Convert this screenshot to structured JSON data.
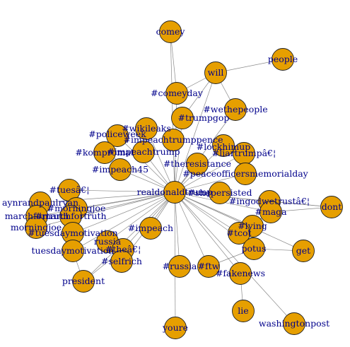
{
  "graph": {
    "node_color": "#E69F00",
    "label_color": "#00008B",
    "edge_color": "#8A8A8A",
    "center": "realdonaldtrump",
    "nodes": [
      {
        "id": "realdonaldtrump",
        "label": "realdonaldtrump"
      },
      {
        "id": "comey",
        "label": "comey"
      },
      {
        "id": "people",
        "label": "people"
      },
      {
        "id": "will",
        "label": "will"
      },
      {
        "id": "comeyday",
        "label": "#comeyday"
      },
      {
        "id": "trumpgop",
        "label": "#trumpgop"
      },
      {
        "id": "wethepeople",
        "label": "#wethepeople"
      },
      {
        "id": "policeweek",
        "label": "#policeweek"
      },
      {
        "id": "wikileaks",
        "label": "#wikileaks"
      },
      {
        "id": "impeachtrumppence",
        "label": "#impeachtrumppence"
      },
      {
        "id": "lockhimup",
        "label": "#lockhimup"
      },
      {
        "id": "kompromat",
        "label": "#kompromat"
      },
      {
        "id": "impeachtrump",
        "label": "#impeachtrump"
      },
      {
        "id": "liartrump",
        "label": "#liartrumpâ€¦"
      },
      {
        "id": "theresistance",
        "label": "#theresistance"
      },
      {
        "id": "impeach45",
        "label": "#impeach45"
      },
      {
        "id": "peaceofficers",
        "label": "#peaceofficersmemorialday"
      },
      {
        "id": "persisted",
        "label": "#shepersisted"
      },
      {
        "id": "tues",
        "label": "#tuesâ€¦"
      },
      {
        "id": "aynrand",
        "label": "aynrandpaulryan"
      },
      {
        "id": "morningjoe_tag",
        "label": "#morningjoe"
      },
      {
        "id": "marchfortruth_u",
        "label": "marchfortruth"
      },
      {
        "id": "marchfortruth",
        "label": "#marchfortruth"
      },
      {
        "id": "morningjoe",
        "label": "morningjoe"
      },
      {
        "id": "tuesdaymotivation_tag",
        "label": "#tuesdaymotivation"
      },
      {
        "id": "tuesdaymotivation",
        "label": "tuesdaymotivation"
      },
      {
        "id": "russia",
        "label": "russia"
      },
      {
        "id": "impeach",
        "label": "#impeach"
      },
      {
        "id": "the",
        "label": "#theâ€¦"
      },
      {
        "id": "selfrich",
        "label": "#selfrich"
      },
      {
        "id": "president",
        "label": "president"
      },
      {
        "id": "russia_tag",
        "label": "#russia"
      },
      {
        "id": "youre",
        "label": "youre"
      },
      {
        "id": "ftw",
        "label": "#ftw"
      },
      {
        "id": "ingodwetrust",
        "label": "#ingodwetrustâ€¦"
      },
      {
        "id": "maga",
        "label": "#maga"
      },
      {
        "id": "dont",
        "label": "dont"
      },
      {
        "id": "lying",
        "label": "#lying"
      },
      {
        "id": "tcot",
        "label": "#tcot"
      },
      {
        "id": "potus",
        "label": "potus"
      },
      {
        "id": "get",
        "label": "get"
      },
      {
        "id": "fakenews",
        "label": "#fakenews"
      },
      {
        "id": "lie",
        "label": "lie"
      },
      {
        "id": "washingtonpost",
        "label": "washingtonpost"
      }
    ],
    "edges": [
      [
        "realdonaldtrump",
        "comey"
      ],
      [
        "realdonaldtrump",
        "will"
      ],
      [
        "realdonaldtrump",
        "comeyday"
      ],
      [
        "realdonaldtrump",
        "trumpgop"
      ],
      [
        "realdonaldtrump",
        "wethepeople"
      ],
      [
        "realdonaldtrump",
        "policeweek"
      ],
      [
        "realdonaldtrump",
        "wikileaks"
      ],
      [
        "realdonaldtrump",
        "impeachtrumppence"
      ],
      [
        "realdonaldtrump",
        "lockhimup"
      ],
      [
        "realdonaldtrump",
        "kompromat"
      ],
      [
        "realdonaldtrump",
        "impeachtrump"
      ],
      [
        "realdonaldtrump",
        "liartrump"
      ],
      [
        "realdonaldtrump",
        "theresistance"
      ],
      [
        "realdonaldtrump",
        "impeach45"
      ],
      [
        "realdonaldtrump",
        "peaceofficers"
      ],
      [
        "realdonaldtrump",
        "persisted"
      ],
      [
        "realdonaldtrump",
        "tues"
      ],
      [
        "realdonaldtrump",
        "aynrand"
      ],
      [
        "realdonaldtrump",
        "morningjoe_tag"
      ],
      [
        "realdonaldtrump",
        "marchfortruth_u"
      ],
      [
        "realdonaldtrump",
        "marchfortruth"
      ],
      [
        "realdonaldtrump",
        "morningjoe"
      ],
      [
        "realdonaldtrump",
        "tuesdaymotivation_tag"
      ],
      [
        "realdonaldtrump",
        "tuesdaymotivation"
      ],
      [
        "realdonaldtrump",
        "russia"
      ],
      [
        "realdonaldtrump",
        "impeach"
      ],
      [
        "realdonaldtrump",
        "the"
      ],
      [
        "realdonaldtrump",
        "selfrich"
      ],
      [
        "realdonaldtrump",
        "president"
      ],
      [
        "realdonaldtrump",
        "russia_tag"
      ],
      [
        "realdonaldtrump",
        "youre"
      ],
      [
        "realdonaldtrump",
        "ftw"
      ],
      [
        "realdonaldtrump",
        "ingodwetrust"
      ],
      [
        "realdonaldtrump",
        "maga"
      ],
      [
        "realdonaldtrump",
        "dont"
      ],
      [
        "realdonaldtrump",
        "lying"
      ],
      [
        "realdonaldtrump",
        "tcot"
      ],
      [
        "realdonaldtrump",
        "potus"
      ],
      [
        "realdonaldtrump",
        "get"
      ],
      [
        "realdonaldtrump",
        "fakenews"
      ],
      [
        "realdonaldtrump",
        "washingtonpost"
      ],
      [
        "comey",
        "comeyday"
      ],
      [
        "people",
        "will"
      ],
      [
        "will",
        "comeyday"
      ],
      [
        "will",
        "trumpgop"
      ],
      [
        "will",
        "wethepeople"
      ],
      [
        "president",
        "the"
      ],
      [
        "president",
        "tuesdaymotivation"
      ],
      [
        "potus",
        "ftw"
      ],
      [
        "potus",
        "lying"
      ],
      [
        "potus",
        "get"
      ],
      [
        "fakenews",
        "lie"
      ],
      [
        "tcot",
        "maga"
      ],
      [
        "maga",
        "dont"
      ],
      [
        "ingodwetrust",
        "dont"
      ]
    ]
  }
}
